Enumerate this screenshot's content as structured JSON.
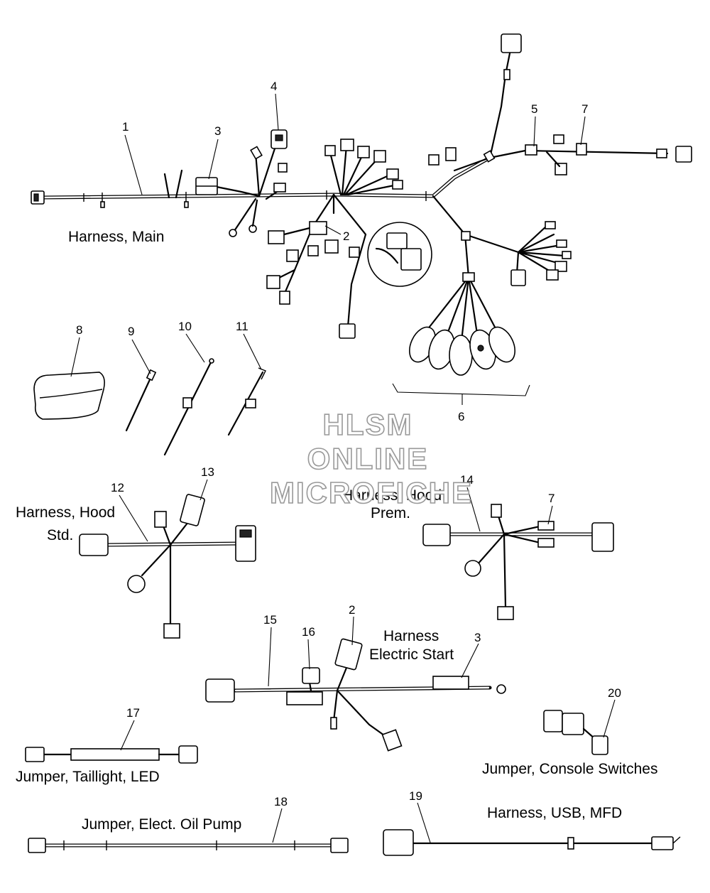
{
  "watermark": {
    "line1": "HLSM",
    "line2": "ONLINE",
    "line3": "MICROFICHE"
  },
  "callouts": {
    "c1": "1",
    "c2a": "2",
    "c2b": "2",
    "c3a": "3",
    "c3b": "3",
    "c4": "4",
    "c5": "5",
    "c6": "6",
    "c7a": "7",
    "c7b": "7",
    "c8": "8",
    "c9": "9",
    "c10": "10",
    "c11": "11",
    "c12": "12",
    "c13": "13",
    "c14": "14",
    "c15": "15",
    "c16": "16",
    "c17": "17",
    "c18": "18",
    "c19": "19",
    "c20": "20"
  },
  "labels": {
    "harness_main": "Harness, Main",
    "hood_std_1": "Harness, Hood",
    "hood_std_2": "Std.",
    "hood_prem_1": "Harness, Hood",
    "hood_prem_2": "Prem.",
    "elec_start_1": "Harness",
    "elec_start_2": "Electric Start",
    "taillight": "Jumper, Taillight, LED",
    "oil_pump": "Jumper, Elect. Oil Pump",
    "console": "Jumper, Console Switches",
    "usb": "Harness, USB, MFD"
  }
}
